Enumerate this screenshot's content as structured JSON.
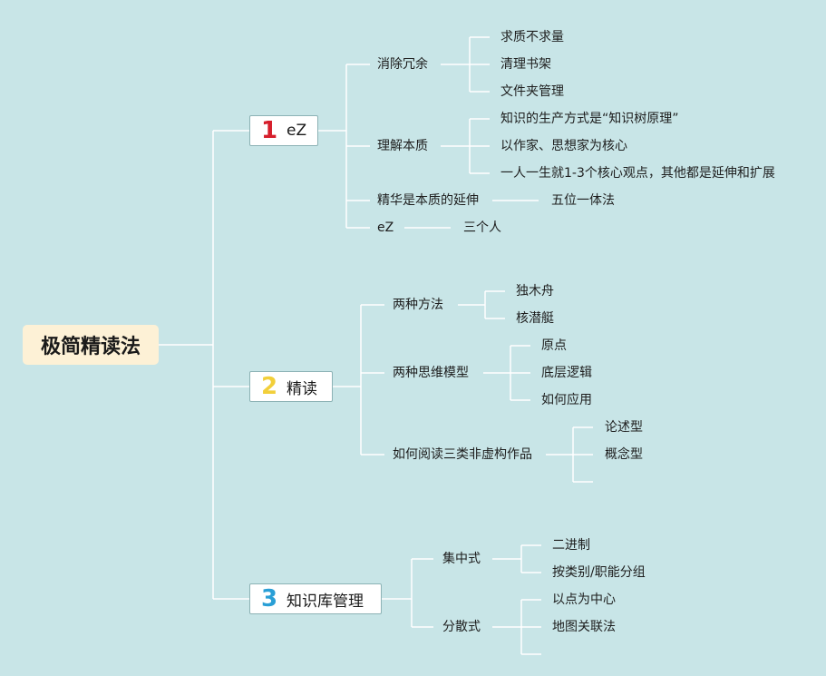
{
  "root": {
    "label": "极简精读法"
  },
  "branches": [
    {
      "number": "1",
      "number_color": "#d61f2c",
      "label": "eZ",
      "children": [
        {
          "label": "消除冗余",
          "children": [
            "求质不求量",
            "清理书架",
            "文件夹管理"
          ]
        },
        {
          "label": "理解本质",
          "children": [
            "知识的生产方式是“知识树原理”",
            "以作家、思想家为核心",
            "一人一生就1-3个核心观点，其他都是延伸和扩展"
          ]
        },
        {
          "label": "精华是本质的延伸",
          "children": [
            "五位一体法"
          ]
        },
        {
          "label": "eZ",
          "children": [
            "三个人"
          ]
        }
      ]
    },
    {
      "number": "2",
      "number_color": "#f2cf3a",
      "label": "精读",
      "children": [
        {
          "label": "两种方法",
          "children": [
            "独木舟",
            "核潜艇"
          ]
        },
        {
          "label": "两种思维模型",
          "children": [
            "原点",
            "底层逻辑",
            "如何应用"
          ]
        },
        {
          "label": "如何阅读三类非虚构作品",
          "children": [
            "论述型",
            "概念型",
            ""
          ]
        }
      ]
    },
    {
      "number": "3",
      "number_color": "#2a9fd6",
      "label": "知识库管理",
      "children": [
        {
          "label": "集中式",
          "children": [
            "二进制",
            "按类别/职能分组"
          ]
        },
        {
          "label": "分散式",
          "children": [
            "以点为中心",
            "地图关联法",
            ""
          ]
        }
      ]
    }
  ],
  "colors": {
    "background": "#c8e5e7",
    "lines": "#ffffff",
    "root_fill": "#fdf1d6"
  }
}
